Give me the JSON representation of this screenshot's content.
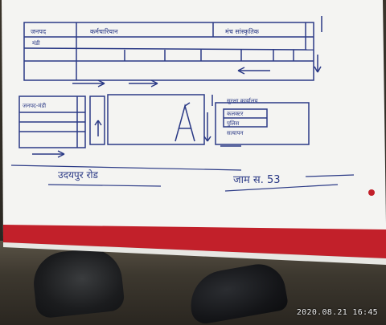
{
  "photo": {
    "timestamp": "2020.08.21 16:45"
  },
  "sketch": {
    "top_label_left": "जनपद",
    "top_label_left_2": "मंडी",
    "top_label_mid": "कर्मचारियान",
    "top_label_right": "मंच सांस्कृतिक",
    "side_box_label": "जनपद-मंडी",
    "right_box_lines": [
      "सुरक्षा कार्यालय",
      "कलक्टर",
      "पुलिस",
      "सत्यापन"
    ],
    "bottom_road_label": "उदयपुर रोड",
    "signature": "जाम स. 53"
  },
  "colors": {
    "ink": "#2b3a86",
    "paper": "#f4f4f2",
    "red_edge": "#c2202a"
  }
}
